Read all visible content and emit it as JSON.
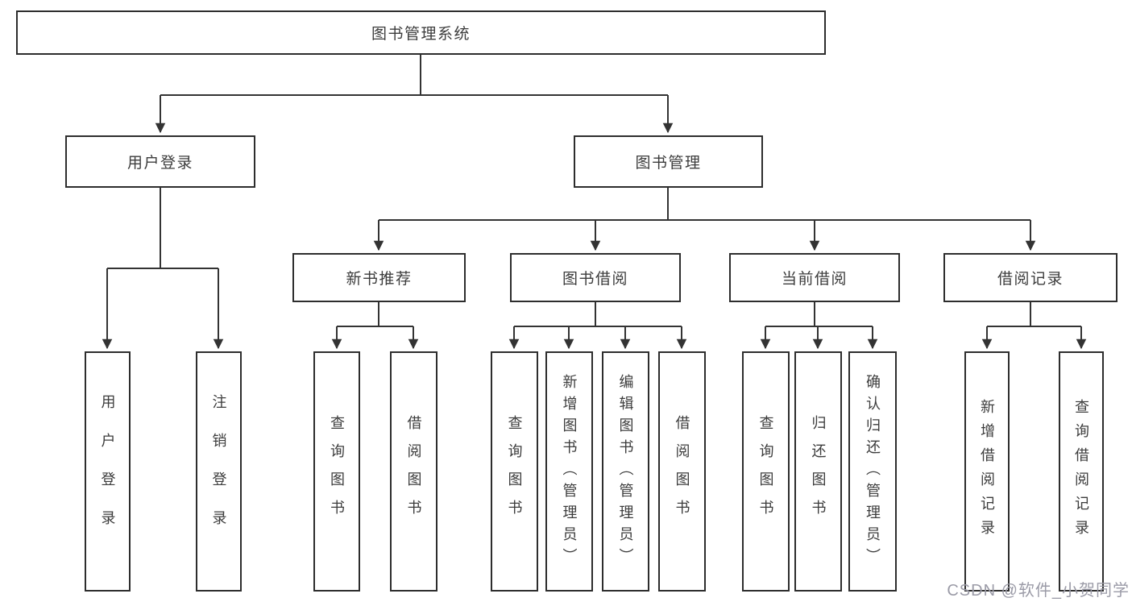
{
  "watermark": "CSDN @软件_小贺同学",
  "colors": {
    "line": "#333333",
    "box_border": "#2d2d2d",
    "text": "#3c3c3c",
    "watermark": "#9b9ba7",
    "background": "#ffffff"
  },
  "nodes": [
    {
      "id": "root",
      "label": "图书管理系统"
    },
    {
      "id": "user-login",
      "label": "用户登录"
    },
    {
      "id": "book-management",
      "label": "图书管理"
    },
    {
      "id": "new-book-recommend",
      "label": "新书推荐"
    },
    {
      "id": "book-borrow",
      "label": "图书借阅"
    },
    {
      "id": "current-borrow",
      "label": "当前借阅"
    },
    {
      "id": "borrow-records",
      "label": "借阅记录"
    },
    {
      "id": "leaf-user-login",
      "label": "用户登录"
    },
    {
      "id": "leaf-logout",
      "label": "注销登录"
    },
    {
      "id": "leaf-query-book-recommend",
      "label": "查询图书"
    },
    {
      "id": "leaf-borrow-book-recommend",
      "label": "借阅图书"
    },
    {
      "id": "leaf-query-book-borrow",
      "label": "查询图书"
    },
    {
      "id": "leaf-add-book-admin",
      "label": "新增图书（管理员）"
    },
    {
      "id": "leaf-edit-book-admin",
      "label": "编辑图书（管理员）"
    },
    {
      "id": "leaf-borrow-book",
      "label": "借阅图书"
    },
    {
      "id": "leaf-query-book-current",
      "label": "查询图书"
    },
    {
      "id": "leaf-return-book",
      "label": "归还图书"
    },
    {
      "id": "leaf-confirm-return-admin",
      "label": "确认归还（管理员）"
    },
    {
      "id": "leaf-add-borrow-record",
      "label": "新增借阅记录"
    },
    {
      "id": "leaf-query-borrow-record",
      "label": "查询借阅记录"
    }
  ]
}
